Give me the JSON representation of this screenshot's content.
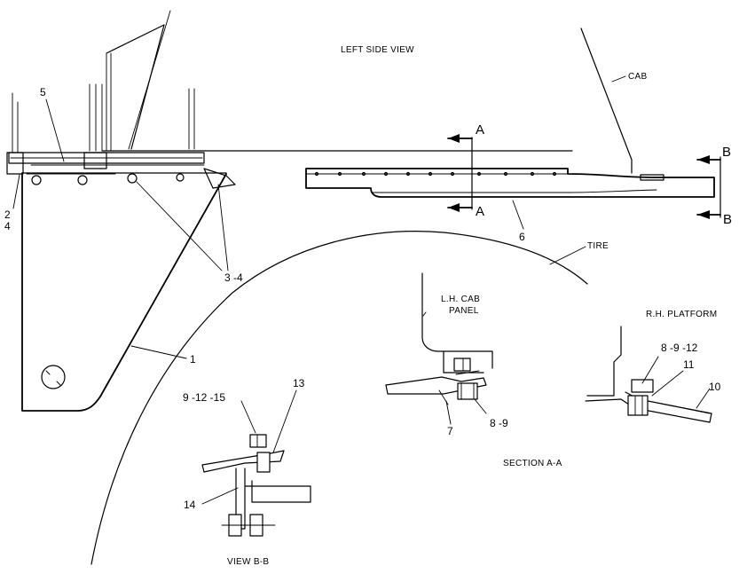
{
  "views": {
    "left_side_view": "LEFT SIDE VIEW",
    "section_a": "SECTION A-A",
    "view_b": "VIEW B-B"
  },
  "labels": {
    "cab": "CAB",
    "tire": "TIRE",
    "lh_cab_panel_1": "L.H. CAB",
    "lh_cab_panel_2": "PANEL",
    "rh_platform": "R.H. PLATFORM"
  },
  "section_markers": {
    "a_top": "A",
    "a_bottom": "A",
    "b_top": "B",
    "b_bottom": "B"
  },
  "callouts": {
    "p1": "1",
    "p2": "2",
    "p4": "4",
    "p3_4": "3 -4",
    "p5": "5",
    "p6": "6",
    "p7": "7",
    "p8_9": "8 -9",
    "p8_9_12": "8 -9 -12",
    "p9_12_15": "9 -12 -15",
    "p10": "10",
    "p11": "11",
    "p13": "13",
    "p14": "14"
  }
}
